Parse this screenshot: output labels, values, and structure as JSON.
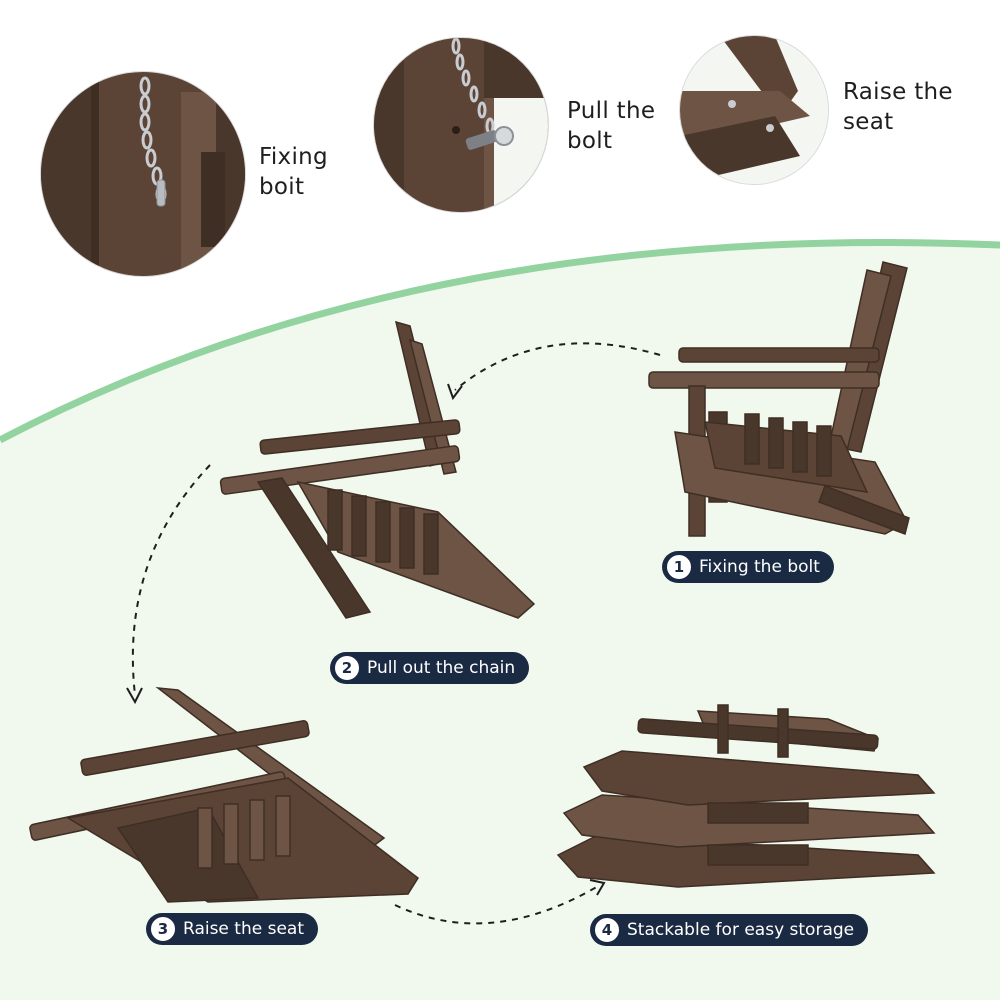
{
  "details": [
    {
      "line1": "Fixing",
      "line2": "boit"
    },
    {
      "line1": "Pull the",
      "line2": "bolt"
    },
    {
      "line1": "Raise the",
      "line2": "seat"
    }
  ],
  "steps": [
    {
      "num": "1",
      "label": "Fixing the bolt"
    },
    {
      "num": "2",
      "label": "Pull out the chain"
    },
    {
      "num": "3",
      "label": "Raise the seat"
    },
    {
      "num": "4",
      "label": "Stackable for easy storage"
    }
  ],
  "colors": {
    "wood": "#5b4436",
    "wood_dark": "#3f2e24",
    "wood_light": "#6e5444",
    "badge_bg": "#1b2a43",
    "green_band": "#92d3a0",
    "green_area": "#f1f8ee"
  }
}
